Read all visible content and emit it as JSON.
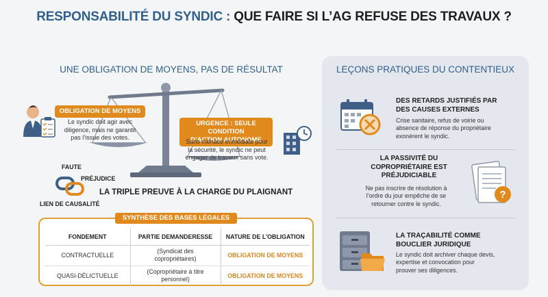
{
  "title": {
    "part1": "RESPONSABILITÉ DU SYNDIC :",
    "part2": "QUE FAIRE SI L’AG REFUSE DES TRAVAUX ?"
  },
  "left": {
    "heading": "UNE OBLIGATION DE MOYENS, PAS DE RÉSULTAT",
    "obligation": {
      "label": "OBLIGATION DE MOYENS",
      "text_lines": [
        "Le syndic doit agir avec",
        "diligence, mais ne garantit",
        "pas l’issue des votes."
      ]
    },
    "urgence": {
      "label_lines": [
        "URGENCE : SEULE CONDITION",
        "D’ACTION AUTONOME"
      ],
      "text_lines": [
        "Sans menace immédiate pour",
        "la sécurité, le syndic ne peut",
        "engager de travaux sans vote."
      ]
    },
    "triple": {
      "faute": "FAUTE",
      "prejudice": "PRÉJUDICE",
      "lien": "LIEN DE CAUSALITÉ",
      "main": "LA TRIPLE PREUVE À LA CHARGE DU PLAIGNANT"
    }
  },
  "synthese": {
    "title": "SYNTHÈSE DES BASES LÉGALES",
    "headers": [
      "FONDEMENT",
      "PARTIE DEMANDERESSE",
      "NATURE DE L’OBLIGATION"
    ],
    "rows": [
      {
        "fondement": "CONTRACTUELLE",
        "partie_lines": [
          "(Syndicat des",
          "copropriétaires)"
        ],
        "nature": "OBLIGATION DE MOYENS"
      },
      {
        "fondement": "QUASI-DÉLICTUELLE",
        "partie_lines": [
          "(Copropriétaire à titre",
          "personnel)"
        ],
        "nature": "OBLIGATION DE MOYENS"
      }
    ]
  },
  "right": {
    "heading": "LEÇONS PRATIQUES DU CONTENTIEUX",
    "items": [
      {
        "title_lines": [
          "DES RETARDS JUSTIFIÉS PAR",
          "DES CAUSES EXTERNES"
        ],
        "text_lines": [
          "Crise sanitaire, refus de voirie ou",
          "absence de réponse du propriétaire",
          "exonèrent le syndic."
        ]
      },
      {
        "title_lines": [
          "LA PASSIVITÉ DU",
          "COPROPRIÉTAIRE EST",
          "PRÉJUDICIABLE"
        ],
        "text_lines": [
          "Ne pas inscrire de résolution à",
          "l’ordre du jour empêche de se",
          "retourner contre le syndic."
        ]
      },
      {
        "title_lines": [
          "LA TRAÇABILITÉ COMME",
          "BOUCLIER JURIDIQUE"
        ],
        "text_lines": [
          "Le syndic doit archiver chaque devis,",
          "expertise et convocation pour",
          "prouver ses diligences."
        ]
      }
    ]
  },
  "colors": {
    "accent_blue": "#2f5f8a",
    "accent_orange": "#e08a1e",
    "panel_bg": "#e4e7ed"
  }
}
